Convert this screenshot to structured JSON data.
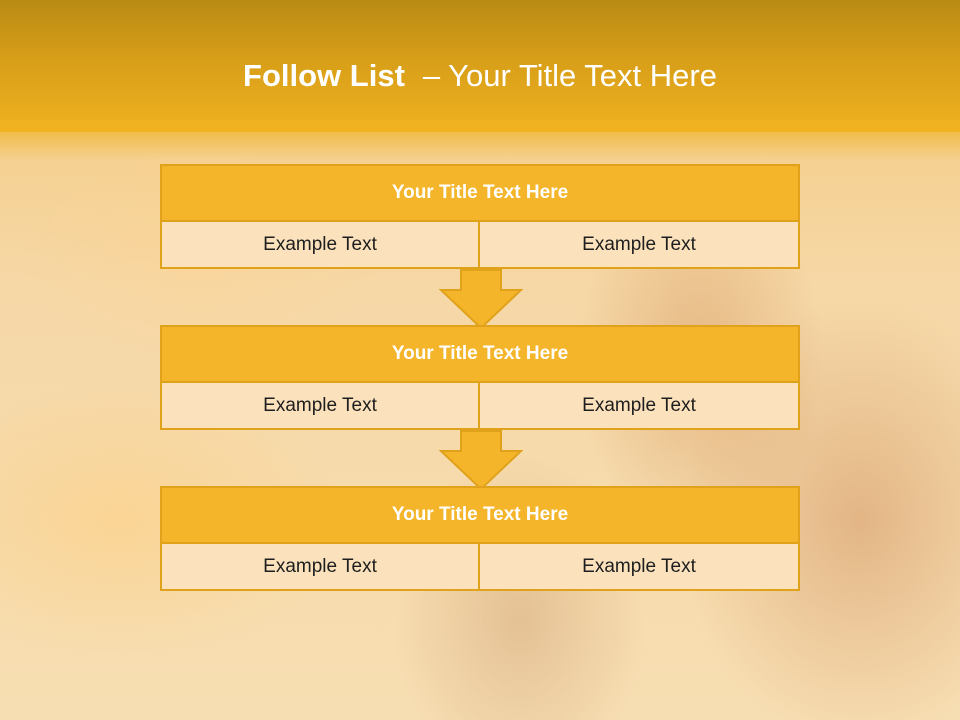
{
  "slide": {
    "title_bold": "Follow List",
    "title_sep": "–",
    "title_rest": "Your Title Text Here"
  },
  "blocks": [
    {
      "title": "Your Title Text Here",
      "cells": [
        "Example Text",
        "Example Text"
      ]
    },
    {
      "title": "Your Title Text Here",
      "cells": [
        "Example Text",
        "Example Text"
      ]
    },
    {
      "title": "Your Title Text Here",
      "cells": [
        "Example Text",
        "Example Text"
      ]
    }
  ],
  "colors": {
    "header": "#f0b221",
    "block_title_bg": "#f4b52a",
    "block_border": "#e0a21a",
    "cell_bg": "#fbe2bd",
    "arrow_fill": "#f4b52a"
  },
  "icons": {
    "connector": "down-arrow-icon"
  }
}
